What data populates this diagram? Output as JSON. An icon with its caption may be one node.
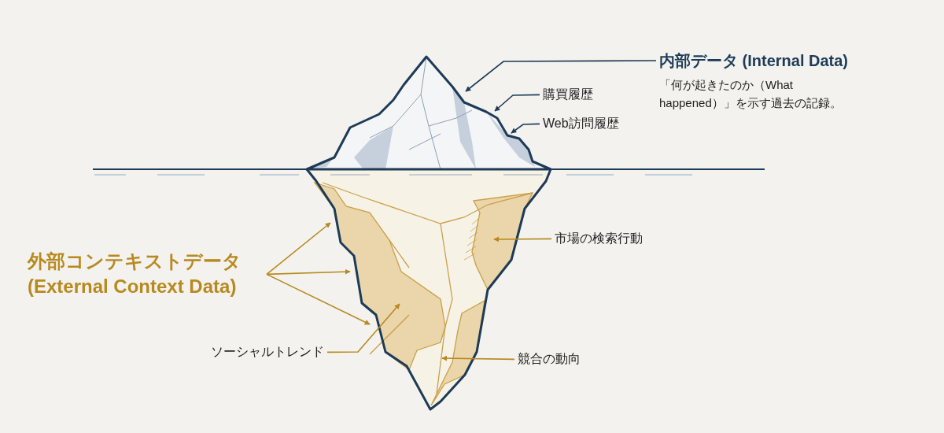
{
  "diagram": {
    "nodes": [
      {
        "text": [
          "内部データ (Internal Data)",
          "「何が起きたのか（What happened）」を示す過去の記録。"
        ]
      },
      {
        "text": [
          "購買履歴"
        ]
      },
      {
        "text": [
          "Web訪問履歴"
        ]
      },
      {
        "text": [
          "外部コンテキストデータ (External Context Data)"
        ]
      },
      {
        "text": [
          "市場の検索行動"
        ]
      },
      {
        "text": [
          "ソーシャルトレンド"
        ]
      },
      {
        "text": [
          "競合の動向"
        ]
      }
    ],
    "edges": [
      {
        "from": 0,
        "to": null,
        "arrow": "to",
        "color": "#1d3b57"
      },
      {
        "from": 1,
        "to": null,
        "arrow": "to",
        "color": "#1d3b57"
      },
      {
        "from": 2,
        "to": null,
        "arrow": "to",
        "color": "#1d3b57"
      },
      {
        "from": 3,
        "to": null,
        "arrow": "to"
      },
      {
        "from": 3,
        "to": null,
        "arrow": "to"
      },
      {
        "from": 3,
        "to": null,
        "arrow": "to"
      },
      {
        "from": 4,
        "to": null,
        "arrow": "to"
      },
      {
        "from": 5,
        "to": null,
        "arrow": "to"
      },
      {
        "from": 6,
        "to": null,
        "arrow": "to"
      }
    ]
  }
}
